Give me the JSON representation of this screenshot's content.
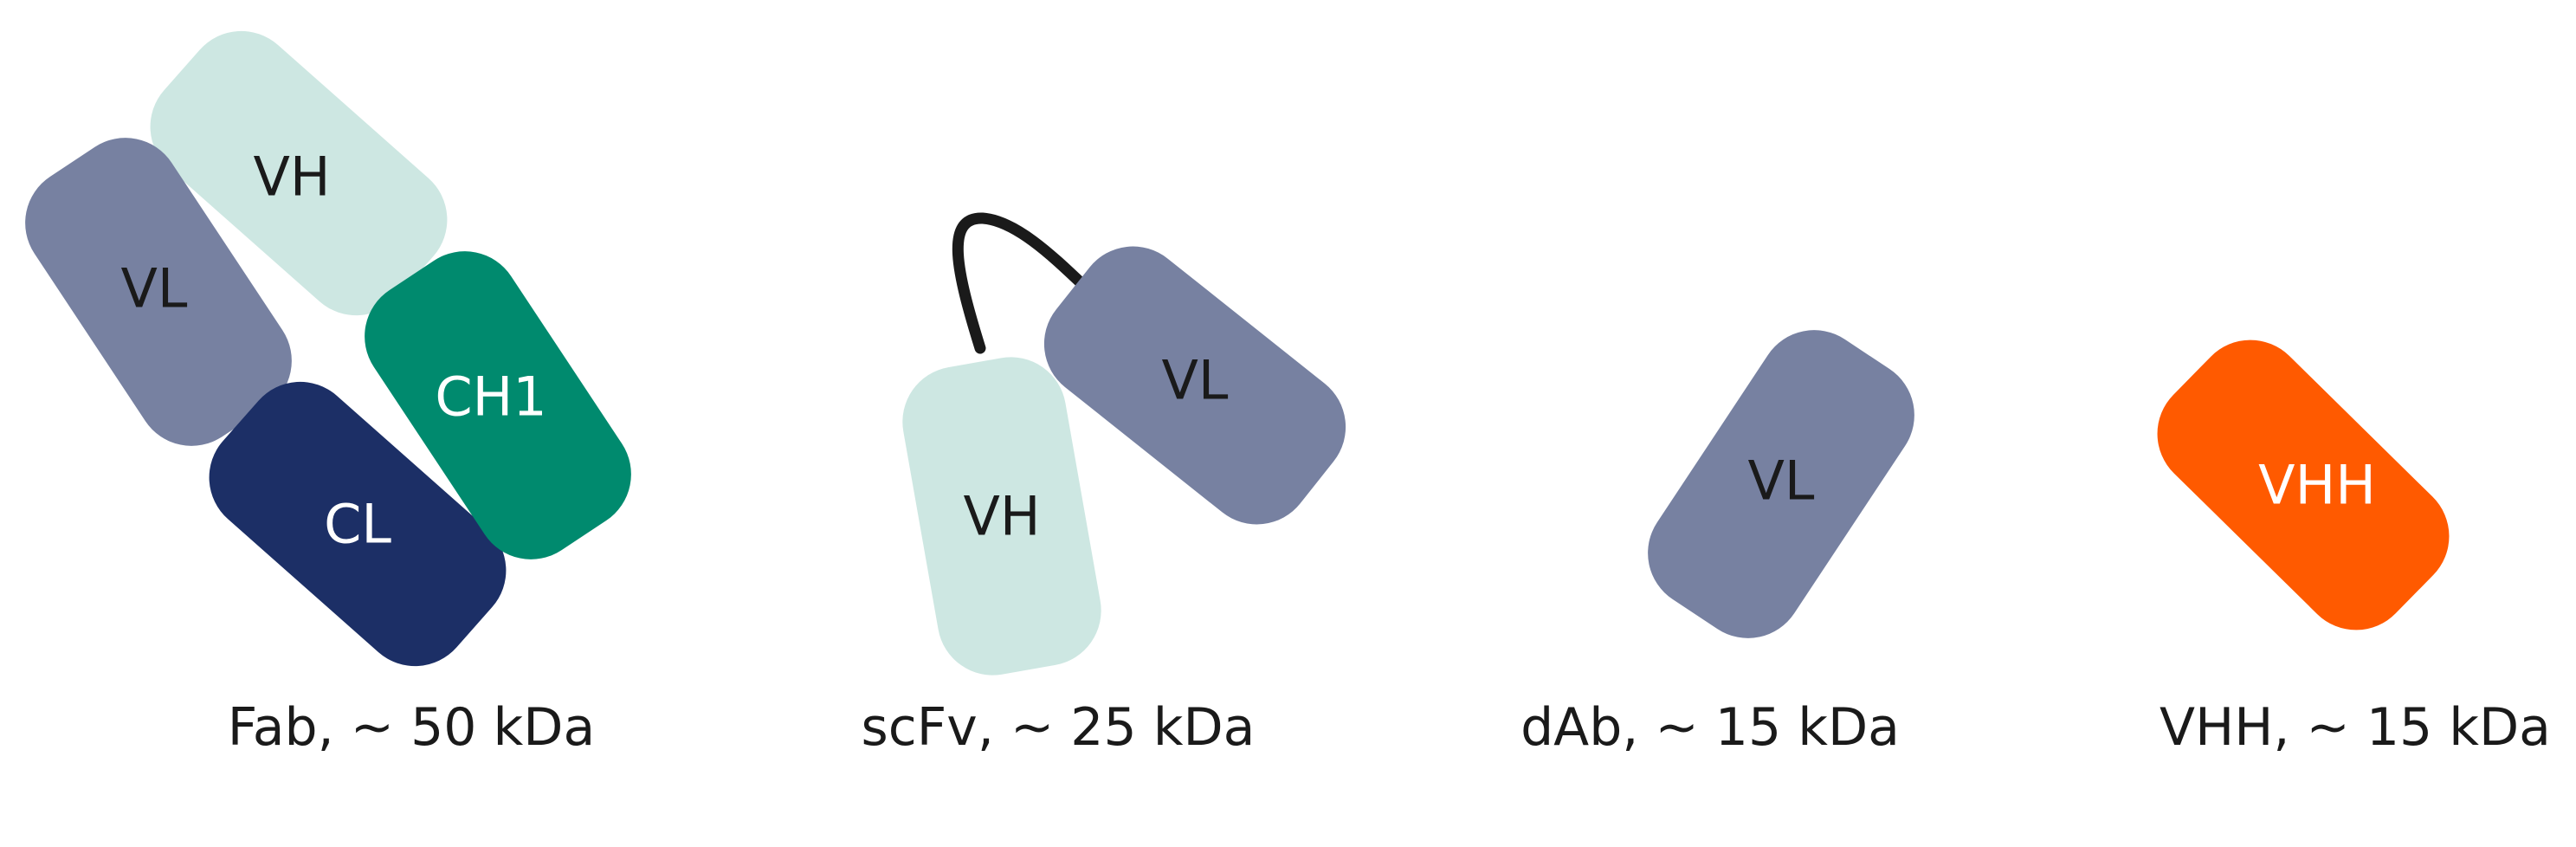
{
  "colors": {
    "vl": "#7781a1",
    "vh": "#cde7e2",
    "ch1": "#008a6e",
    "cl": "#1c2f66",
    "vhh": "#ff5a00",
    "linker": "#1a1a1a",
    "dark_text": "#1a1a1a",
    "light_text": "#ffffff"
  },
  "fab": {
    "vh_label": "VH",
    "vl_label": "VL",
    "ch1_label": "CH1",
    "cl_label": "CL",
    "caption": "Fab, ~ 50 kDa"
  },
  "scfv": {
    "vh_label": "VH",
    "vl_label": "VL",
    "caption": "scFv, ~ 25 kDa"
  },
  "dab": {
    "vl_label": "VL",
    "caption": "dAb, ~ 15 kDa"
  },
  "vhh": {
    "label": "VHH",
    "caption": "VHH, ~ 15 kDa"
  }
}
